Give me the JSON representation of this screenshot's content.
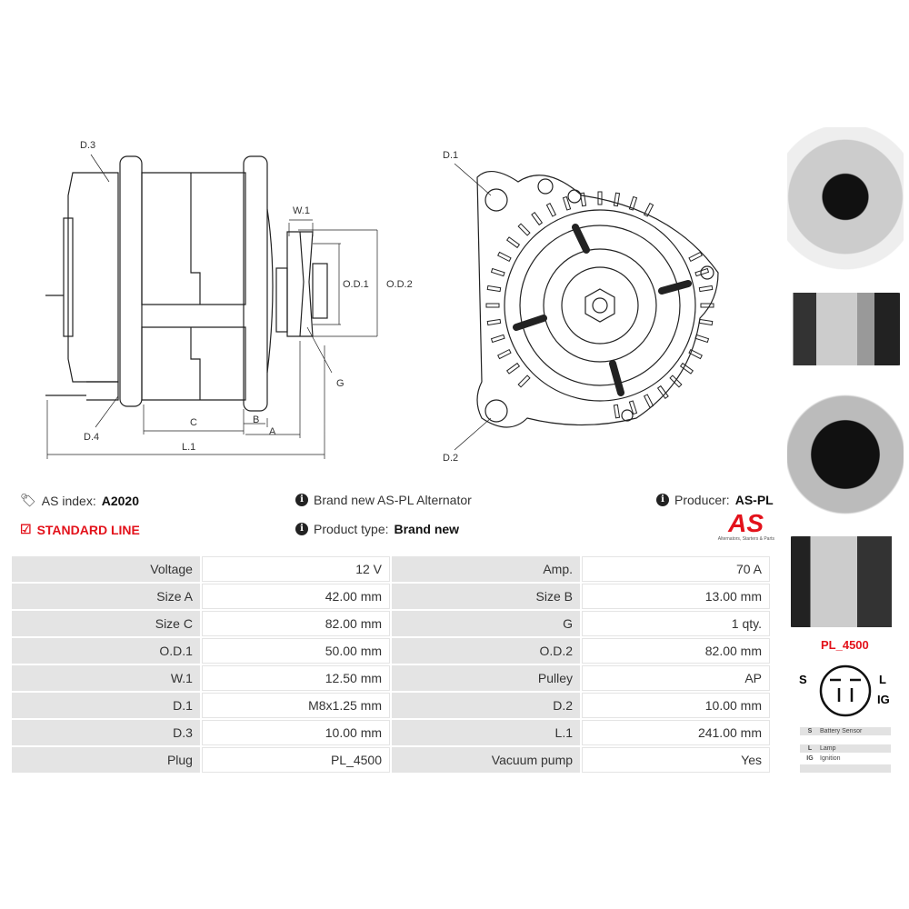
{
  "header": {
    "as_index_label": "AS index:",
    "as_index_value": "A2020",
    "line_label": "STANDARD LINE",
    "description": "Brand new AS-PL Alternator",
    "product_type_label": "Product type:",
    "product_type_value": "Brand new",
    "producer_label": "Producer:",
    "producer_value": "AS-PL",
    "logo_text": "AS",
    "logo_tagline": "Alternators, Starters & Parts"
  },
  "diagram": {
    "labels": {
      "d3": "D.3",
      "d4": "D.4",
      "w1": "W.1",
      "od1": "O.D.1",
      "od2": "O.D.2",
      "g": "G",
      "c": "C",
      "b": "B",
      "a": "A",
      "l1": "L.1",
      "d1": "D.1",
      "d2": "D.2"
    }
  },
  "specs": [
    {
      "l1": "Voltage",
      "v1": "12 V",
      "l2": "Amp.",
      "v2": "70 A"
    },
    {
      "l1": "Size A",
      "v1": "42.00 mm",
      "l2": "Size B",
      "v2": "13.00 mm"
    },
    {
      "l1": "Size C",
      "v1": "82.00 mm",
      "l2": "G",
      "v2": "1 qty."
    },
    {
      "l1": "O.D.1",
      "v1": "50.00 mm",
      "l2": "O.D.2",
      "v2": "82.00 mm"
    },
    {
      "l1": "W.1",
      "v1": "12.50 mm",
      "l2": "Pulley",
      "v2": "AP"
    },
    {
      "l1": "D.1",
      "v1": "M8x1.25 mm",
      "l2": "D.2",
      "v2": "10.00 mm"
    },
    {
      "l1": "D.3",
      "v1": "10.00 mm",
      "l2": "L.1",
      "v2": "241.00 mm"
    },
    {
      "l1": "Plug",
      "v1": "PL_4500",
      "l2": "Vacuum pump",
      "v2": "Yes"
    }
  ],
  "plug": {
    "name": "PL_4500",
    "s": "S",
    "l": "L",
    "ig": "IG",
    "pins": [
      {
        "code": "S",
        "desc": "Battery Sensor"
      },
      {
        "code": "L",
        "desc": "Lamp"
      },
      {
        "code": "IG",
        "desc": "Ignition"
      }
    ]
  },
  "colors": {
    "accent": "#e3121b"
  }
}
